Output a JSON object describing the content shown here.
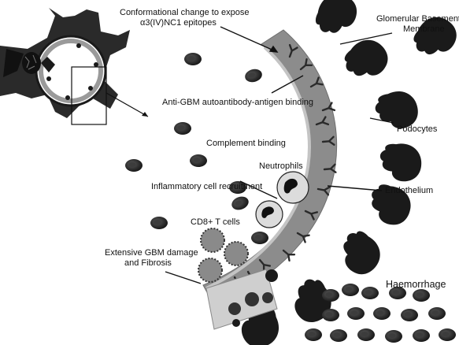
{
  "labels": {
    "conformational": "Conformational change to expose",
    "epitopes": "α3(IV)NC1 epitopes",
    "gbm": "Glomerular Basement",
    "membrane": "Membrane",
    "anti_gbm": "Anti-GBM autoantibody-antigen binding",
    "podocytes": "Podocytes",
    "complement": "Complement binding",
    "neutrophils": "Neutrophils",
    "endothelium": "Endothelium",
    "inflammatory": "Inflammatory cell recruitment",
    "cd8": "CD8+ T cells",
    "extensive": "Extensive GBM damage",
    "fibrosis": "and Fibrosis",
    "haemorrhage": "Haemorrhage"
  },
  "colors": {
    "membrane": "#8c8c8c",
    "endothelium": "#bdbdbd",
    "podocyte": "#1a1a1a",
    "rbc": "#1e1e1e",
    "antibody": "#2a2a2a",
    "neutrophil": "#dcdcdc",
    "tcell": "#8a8a8a",
    "fibrosis": "#cfcfcf"
  }
}
